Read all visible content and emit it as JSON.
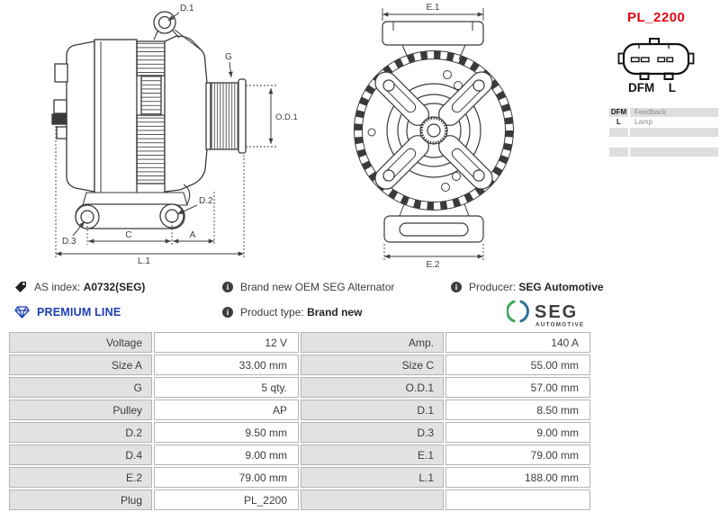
{
  "diagram": {
    "labels": {
      "d1": "D.1",
      "g": "G",
      "od1": "O.D.1",
      "d2": "D.2",
      "d3": "D.3",
      "c": "C",
      "a": "A",
      "l1": "L.1",
      "e1": "E.1",
      "e2": "E.2"
    },
    "plug_code": "PL_2200",
    "connector_pins": {
      "pin1": "DFM",
      "pin2": "L"
    },
    "colors": {
      "plug_code_red": "#e30613",
      "premium_blue": "#1c3eb5"
    }
  },
  "plug_table": {
    "rows": [
      {
        "key": "DFM",
        "value": "Feedback"
      },
      {
        "key": "L",
        "value": "Lamp"
      },
      {
        "key": "",
        "value": ""
      },
      {
        "key": "",
        "value": ""
      },
      {
        "key": "",
        "value": ""
      }
    ]
  },
  "info": {
    "as_index_label": "AS index:",
    "as_index_value": "A0732(SEG)",
    "premium_line": "PREMIUM LINE",
    "brand_new_line": "Brand new OEM SEG Alternator",
    "product_type_label": "Product type:",
    "product_type_value": "Brand new",
    "producer_label": "Producer:",
    "producer_value": "SEG Automotive",
    "logo": {
      "text": "SEG",
      "subtext": "AUTOMOTIVE"
    }
  },
  "spec_table": {
    "rows": [
      {
        "l1": "Voltage",
        "v1": "12 V",
        "l2": "Amp.",
        "v2": "140 A"
      },
      {
        "l1": "Size A",
        "v1": "33.00 mm",
        "l2": "Size C",
        "v2": "55.00 mm"
      },
      {
        "l1": "G",
        "v1": "5 qty.",
        "l2": "O.D.1",
        "v2": "57.00 mm"
      },
      {
        "l1": "Pulley",
        "v1": "AP",
        "l2": "D.1",
        "v2": "8.50 mm"
      },
      {
        "l1": "D.2",
        "v1": "9.50 mm",
        "l2": "D.3",
        "v2": "9.00 mm"
      },
      {
        "l1": "D.4",
        "v1": "9.00 mm",
        "l2": "E.1",
        "v2": "79.00 mm"
      },
      {
        "l1": "E.2",
        "v1": "79.00 mm",
        "l2": "L.1",
        "v2": "188.00 mm"
      },
      {
        "l1": "Plug",
        "v1": "PL_2200",
        "l2": "",
        "v2": ""
      }
    ]
  }
}
